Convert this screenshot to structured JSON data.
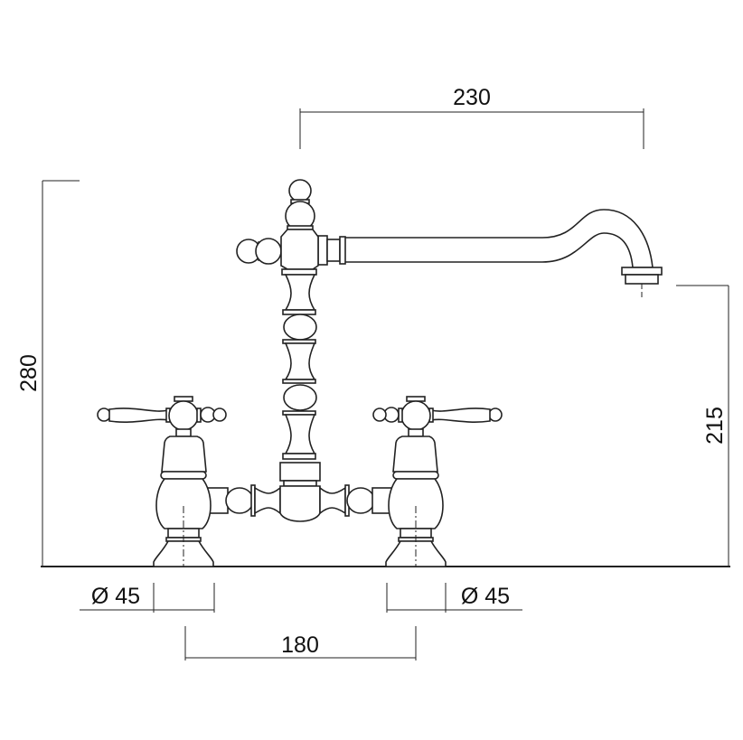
{
  "title": "Bridge kitchen mixer dimension drawing",
  "dimensions": {
    "spout_reach": "230",
    "total_height": "280",
    "spout_height": "215",
    "left_base_diameter": "Ø 45",
    "right_base_diameter": "Ø 45",
    "centre_distance": "180"
  },
  "colors": {
    "line": "#222222",
    "background": "#ffffff"
  }
}
